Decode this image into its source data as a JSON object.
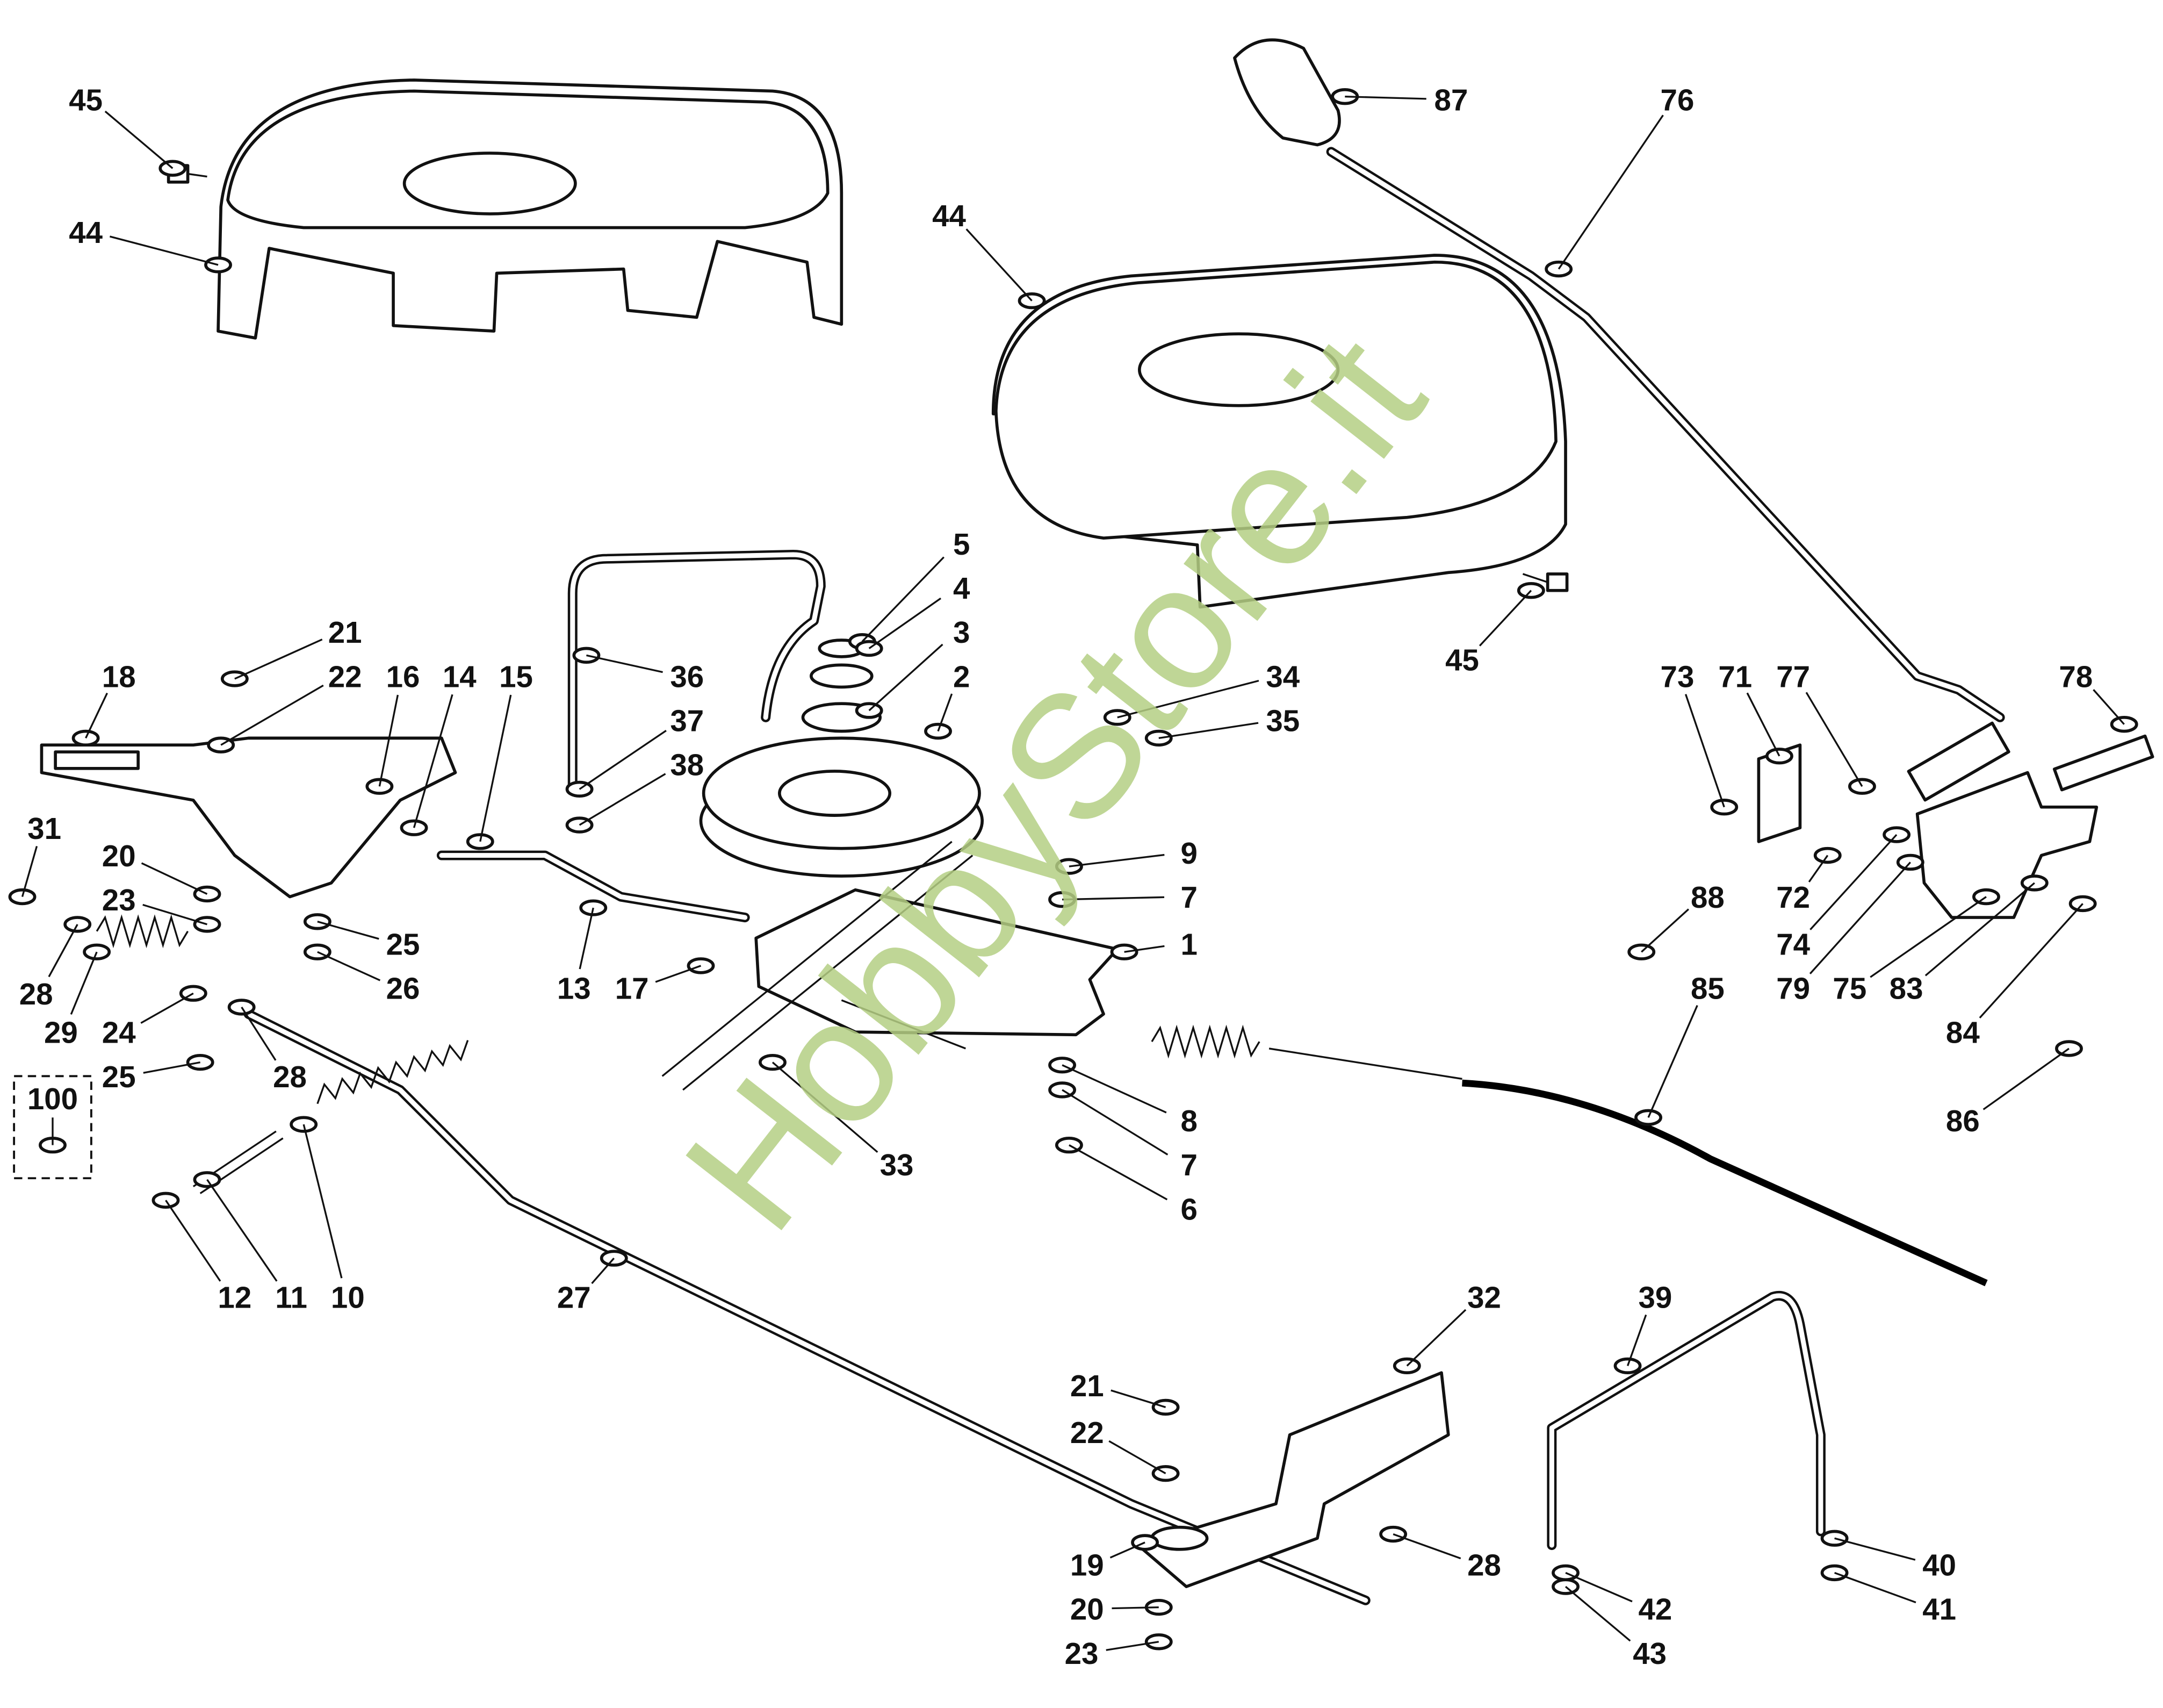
{
  "diagram": {
    "title": "Exploded parts diagram – blade engagement lever, electromagnetic clutch and belt covers",
    "watermark": "HobbyStore.it",
    "callouts": [
      "45",
      "44",
      "87",
      "76",
      "44",
      "5",
      "4",
      "3",
      "2",
      "36",
      "37",
      "38",
      "34",
      "35",
      "45",
      "21",
      "22",
      "16",
      "14",
      "15",
      "18",
      "31",
      "20",
      "23",
      "28",
      "29",
      "24",
      "25",
      "25",
      "26",
      "13",
      "17",
      "28",
      "100",
      "9",
      "7",
      "1",
      "8",
      "7",
      "6",
      "33",
      "12",
      "11",
      "10",
      "27",
      "73",
      "71",
      "77",
      "78",
      "88",
      "85",
      "72",
      "74",
      "79",
      "75",
      "83",
      "84",
      "86",
      "32",
      "39",
      "21",
      "22",
      "19",
      "20",
      "23",
      "28",
      "40",
      "41",
      "42",
      "43"
    ]
  }
}
